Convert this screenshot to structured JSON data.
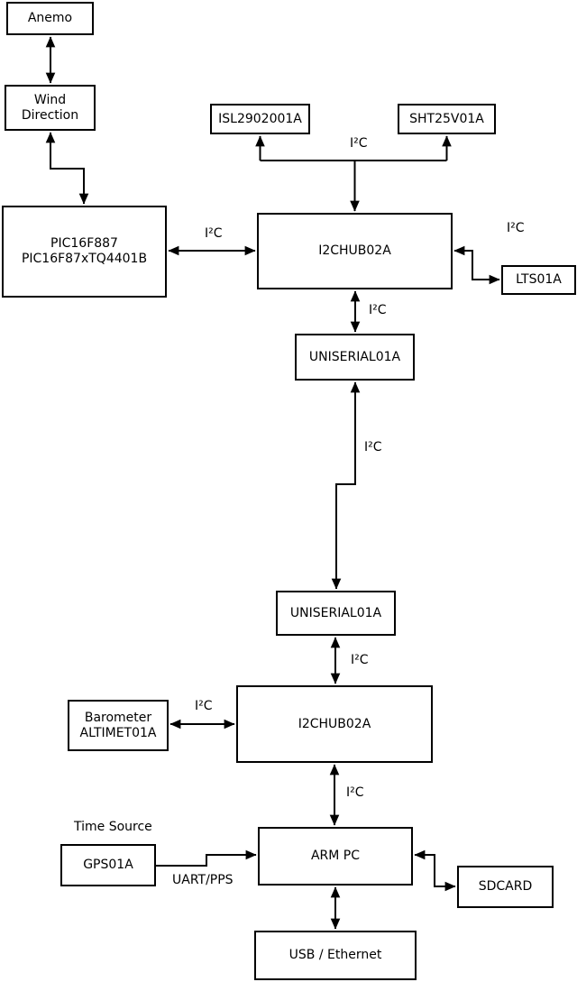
{
  "diagram": {
    "background_color": "#ffffff",
    "ink_color": "#000000",
    "nodes": {
      "anemo": {
        "lines": [
          "Anemo"
        ]
      },
      "wind": {
        "lines": [
          "Wind",
          "Direction"
        ]
      },
      "pic": {
        "lines": [
          "PIC16F887",
          "PIC16F87xTQ4401B"
        ]
      },
      "isl": {
        "lines": [
          "ISL2902001A"
        ]
      },
      "sht": {
        "lines": [
          "SHT25V01A"
        ]
      },
      "hub1": {
        "lines": [
          "I2CHUB02A"
        ]
      },
      "lts": {
        "lines": [
          "LTS01A"
        ]
      },
      "uniserial1": {
        "lines": [
          "UNISERIAL01A"
        ]
      },
      "uniserial2": {
        "lines": [
          "UNISERIAL01A"
        ]
      },
      "hub2": {
        "lines": [
          "I2CHUB02A"
        ]
      },
      "barometer": {
        "lines": [
          "Barometer",
          "ALTIMET01A"
        ]
      },
      "gps": {
        "lines": [
          "GPS01A"
        ]
      },
      "armpc": {
        "lines": [
          "ARM PC"
        ]
      },
      "sdcard": {
        "lines": [
          "SDCARD"
        ]
      },
      "usb": {
        "lines": [
          "USB / Ethernet"
        ]
      }
    },
    "labels": {
      "i2c_sensor_branch": "I²C",
      "i2c_pic_hub": "I²C",
      "i2c_hub_lts": "I²C",
      "i2c_hub_uniserial": "I²C",
      "i2c_uniserial_link": "I²C",
      "i2c_uniserial_hub2": "I²C",
      "i2c_barometer_hub2": "I²C",
      "i2c_hub2_armpc": "I²C",
      "time_source": "Time Source",
      "uart_pps": "UART/PPS"
    }
  }
}
